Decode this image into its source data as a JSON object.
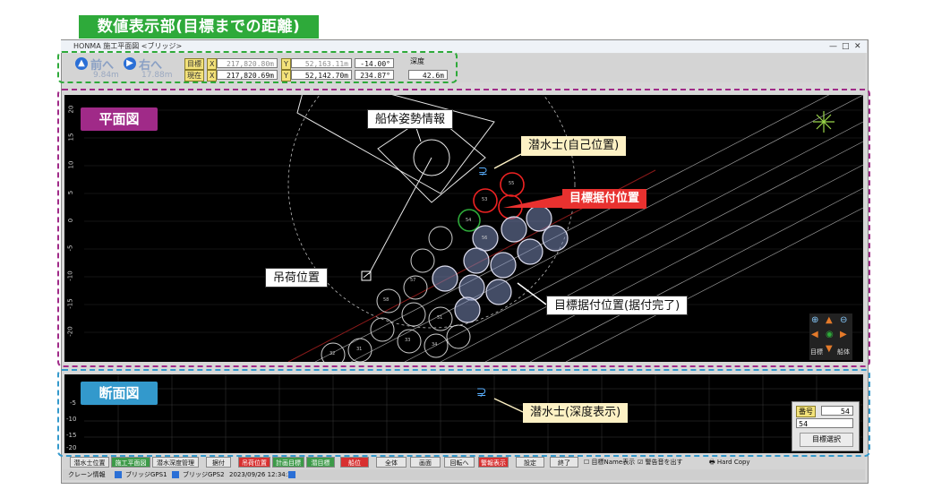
{
  "banner": {
    "title": "数値表示部(目標までの距離)"
  },
  "window": {
    "title": "HONMA 施工平面図 <ブリッジ>",
    "minimize": "—",
    "maximize": "□",
    "close": "✕"
  },
  "toolbar": {
    "prev_label": "前へ",
    "right_label": "右へ",
    "prev_distance": "9.84m",
    "right_distance": "17.88m",
    "target_label": "目標",
    "current_label": "現在",
    "x_label": "X",
    "y_label": "Y",
    "target_x": "217,820.80m",
    "target_y": "52,163.11m",
    "target_angle": "-14.00°",
    "current_x": "217,820.69m",
    "current_y": "52,142.70m",
    "current_angle": "234.87°",
    "depth_label": "深度",
    "depth_value": "42.6m"
  },
  "plan": {
    "label": "平面図",
    "y_ticks": [
      "20",
      "15",
      "10",
      "5",
      "0",
      "-5",
      "-10",
      "-15",
      "-20"
    ],
    "callouts": {
      "ship_attitude": "船体姿勢情報",
      "diver_self": "潜水士(自己位置)",
      "target_place": "目標据付位置",
      "load_position": "吊荷位置",
      "target_place_done": "目標据付位置(据付完了)"
    },
    "circle_labels": [
      "55",
      "53",
      "54",
      "56",
      "57",
      "58",
      "51",
      "33",
      "34",
      "31",
      "32"
    ],
    "nav": {
      "target_label": "目標",
      "ship_label": "船体"
    }
  },
  "section": {
    "label": "断面図",
    "y_ticks": [
      "-5",
      "-10",
      "-15",
      "-20"
    ],
    "callouts": {
      "diver_depth": "潜水士(深度表示)"
    },
    "target_select": {
      "number_label": "番号",
      "number_value": "54",
      "input_value": "54",
      "select_button": "目標選択"
    }
  },
  "buttons": [
    "潜水士位置",
    "施工平面図",
    "潜水深度管理",
    "据付",
    "吊荷位置",
    "計画目標",
    "潜目標",
    "船位",
    "全体",
    "画面",
    "回転へ",
    "警報表示",
    "設定",
    "終了",
    "目標Name表示",
    "警告音を出す",
    "Hard Copy"
  ],
  "status": {
    "crane": "クレーン情報",
    "gps1": "ブリッジGPS1",
    "gps2": "ブリッジGPS2",
    "datetime": "2023/09/26 12:34:20"
  },
  "colors": {
    "accent_green": "#2eaa3a",
    "plan_purple": "#a02a88",
    "section_blue": "#3399cc",
    "callout_red": "#e8312f"
  }
}
